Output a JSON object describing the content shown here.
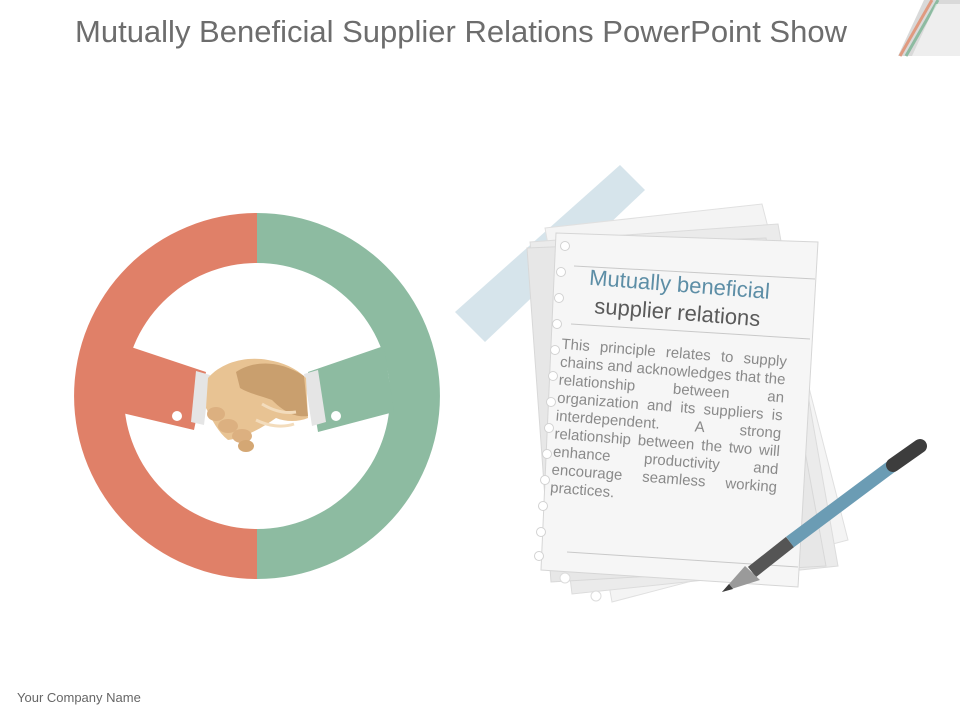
{
  "slide": {
    "title": "Mutually Beneficial Supplier Relations PowerPoint Show",
    "footer": "Your Company Name"
  },
  "note": {
    "heading_line1": "Mutually beneficial",
    "heading_line2": "supplier relations",
    "body": "This principle relates to supply chains and acknowledges that the relationship between an organization and its suppliers is interdependent. A strong relationship between the two will enhance productivity and encourage seamless working practices."
  },
  "colors": {
    "coral": "#e08068",
    "green": "#8dbba1",
    "skin": "#e8c393",
    "skin_shade": "#c99f6e",
    "pen_blue": "#6b9cb4",
    "heading_blue": "#5d8ea6"
  },
  "icons": {
    "handshake": "handshake-icon",
    "pen": "pen-icon",
    "tape": "tape-icon"
  }
}
